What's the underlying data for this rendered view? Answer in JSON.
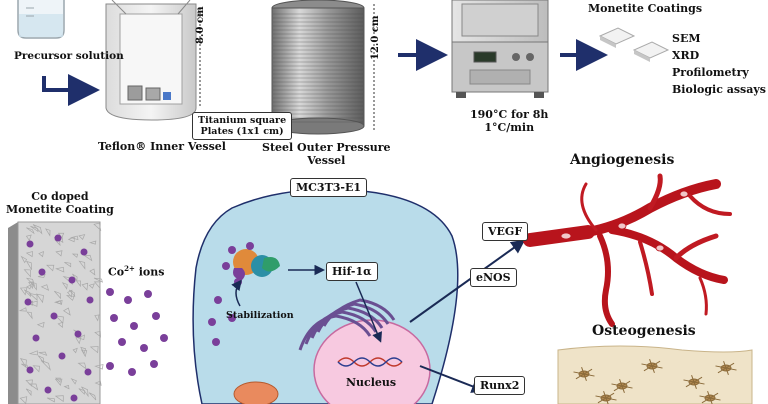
{
  "top": {
    "precursor": "Precursor solution",
    "dim_inner": "8.0 cm",
    "plates_line1": "Titanium square",
    "plates_line2": "Plates (1x1 cm)",
    "inner_vessel": "Teflon® Inner Vessel",
    "dim_outer": "12.0 cm",
    "outer_vessel_line1": "Steel Outer Pressure",
    "outer_vessel_line2": "Vessel",
    "oven_line1": "190°C for 8h",
    "oven_line2": "1°C/min",
    "coatings_title": "Monetite Coatings",
    "analyses": [
      "SEM",
      "XRD",
      "Profilometry",
      "Biologic assays"
    ]
  },
  "bottom": {
    "coating_line1": "Co doped",
    "coating_line2": "Monetite Coating",
    "ions_prefix": "Co",
    "ions_sup": "2+",
    "ions_suffix": "ions",
    "cell_line": "MC3T3-E1",
    "stabilization": "Stabilization",
    "hif": "Hif-1α",
    "nucleus": "Nucleus",
    "vegf": "VEGF",
    "enos": "eNOS",
    "runx2": "Runx2",
    "angiogenesis": "Angiogenesis",
    "osteogenesis": "Osteogenesis"
  },
  "colors": {
    "arrow_navy": "#1f2f6b",
    "ion_purple": "#7a3f9a",
    "cell_fill": "#b9dcea",
    "vessel_red": "#b8141c",
    "bone_fill": "#efe3c8"
  }
}
